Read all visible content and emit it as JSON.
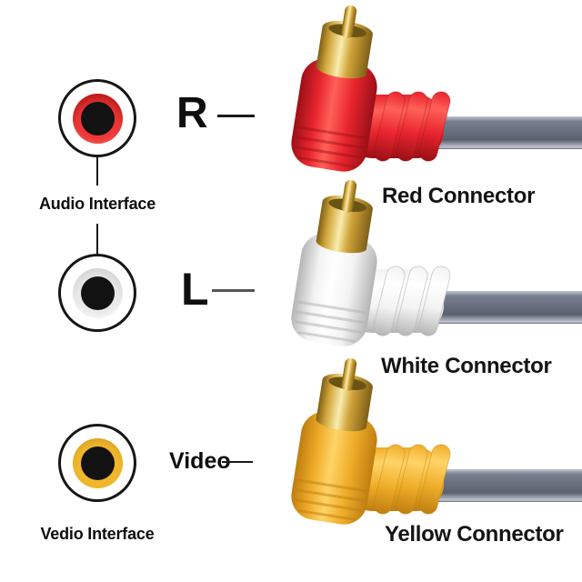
{
  "jacks_panel": {
    "audio_interface_label": "Audio Interface",
    "video_interface_label": "Vedio Interface",
    "channel_r": "R",
    "channel_l": "L",
    "channel_video": "Video"
  },
  "connectors": {
    "red": {
      "label": "Red Connector"
    },
    "white": {
      "label": "White Connector"
    },
    "yellow": {
      "label": "Yellow Connector"
    }
  },
  "colors": {
    "ring_red": "#ee3636",
    "ring_white": "#e9e9e9",
    "ring_yellow": "#f0b72c",
    "red_body": "#e8242d",
    "red_dark": "#991016",
    "red_light": "#ff6158",
    "white_body": "#f3f3f3",
    "white_dark": "#b5b5b5",
    "white_light": "#ffffff",
    "yellow_body": "#efae2a",
    "yellow_dark": "#bf7d10",
    "yellow_light": "#ffd467",
    "gold": "#d2a53a",
    "gold_dark": "#7d5f17",
    "gold_light": "#f9ecae",
    "gold_inner": "#6a5414",
    "cable": "#78808f",
    "cable_dark": "#5a6270",
    "cable_light": "#c3c8d1",
    "ink": "#161616"
  }
}
